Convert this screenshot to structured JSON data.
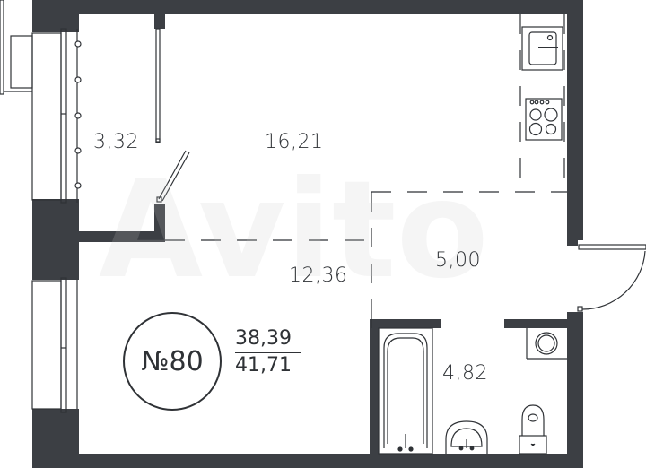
{
  "plan": {
    "apartment_number": "№80",
    "living_area": "38,39",
    "total_area": "41,71",
    "watermark": "Avito",
    "colors": {
      "wall": "#3c3f44",
      "line": "#2f3236",
      "background": "#ffffff"
    },
    "rooms": [
      {
        "id": "balcony",
        "area": "3,32"
      },
      {
        "id": "kitchen-living",
        "area": "16,21"
      },
      {
        "id": "room",
        "area": "12,36"
      },
      {
        "id": "hallway",
        "area": "5,00"
      },
      {
        "id": "bathroom",
        "area": "4,82"
      }
    ]
  }
}
